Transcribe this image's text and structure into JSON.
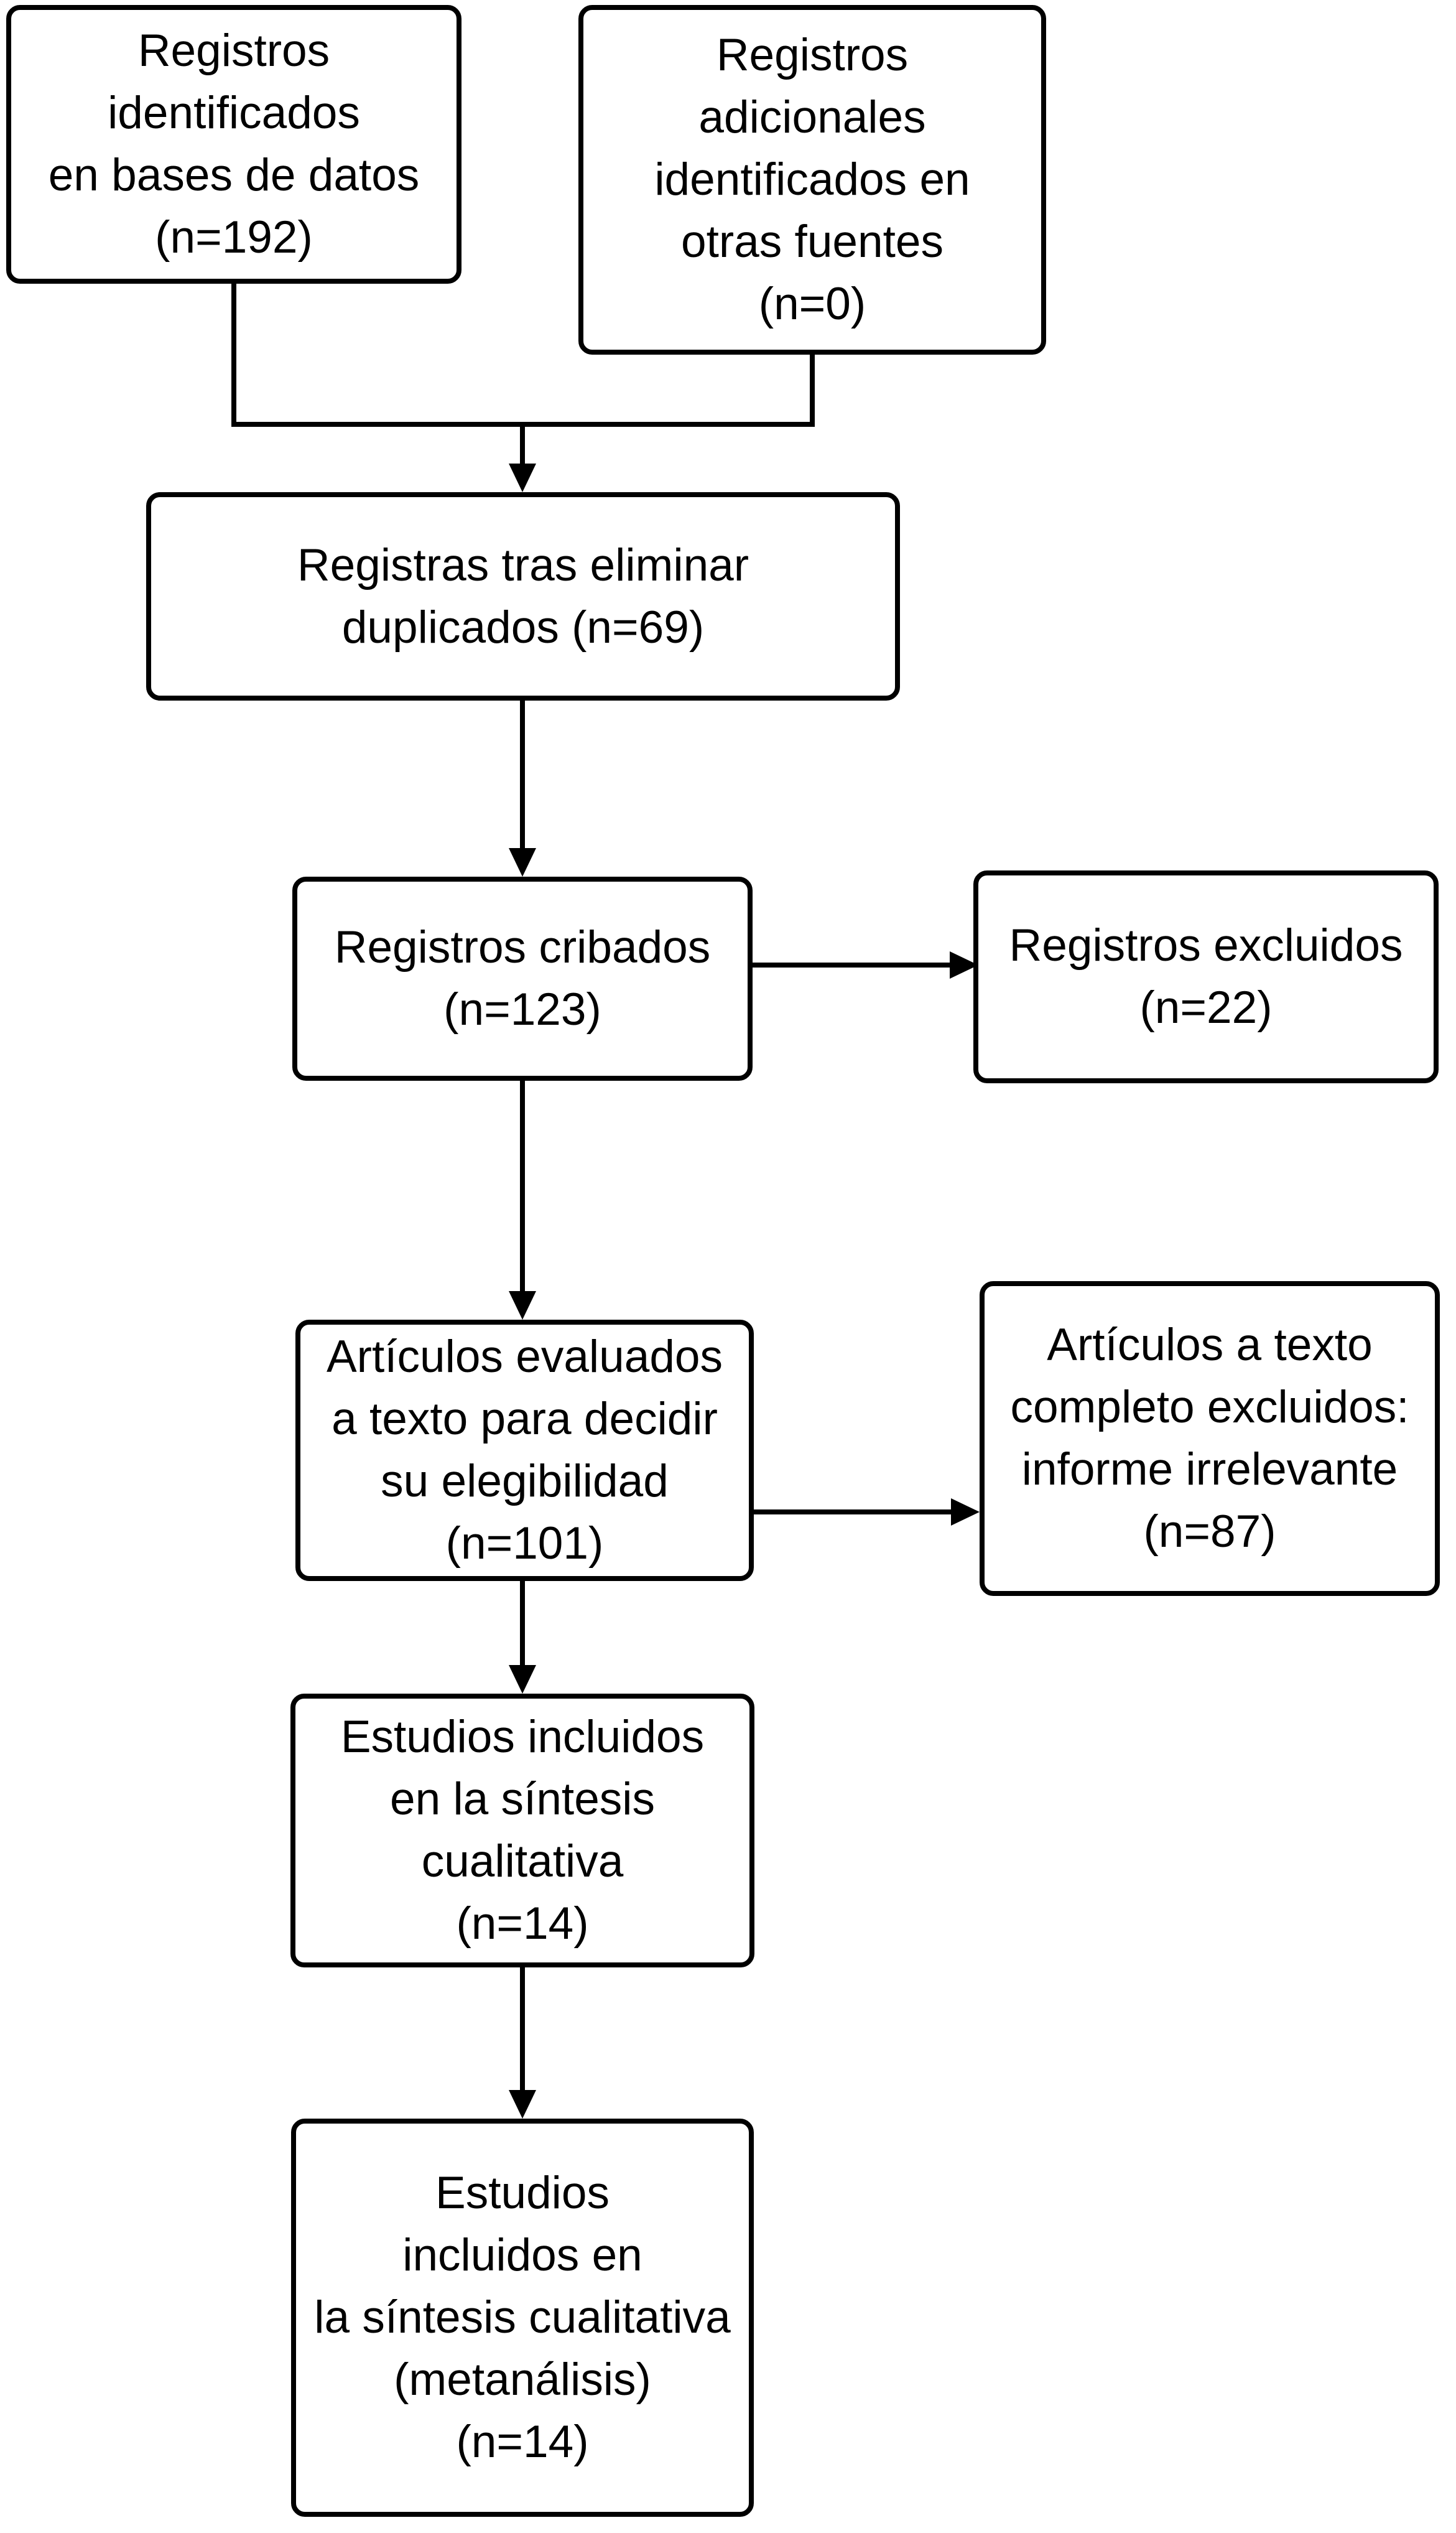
{
  "colors": {
    "background": "#ffffff",
    "box_border": "#000000",
    "connector": "#000000",
    "text": "#000000"
  },
  "diagram": {
    "type": "prisma-flow",
    "nodes": {
      "identified_db": {
        "lines": [
          "Registros",
          "identificados",
          "en bases de datos",
          "(n=192)"
        ]
      },
      "identified_other": {
        "lines": [
          "Registros",
          "adicionales",
          "identificados en",
          "otras fuentes",
          "(n=0)"
        ]
      },
      "deduplicated": {
        "lines": [
          "Registras tras eliminar",
          "duplicados (n=69)"
        ]
      },
      "screened": {
        "lines": [
          "Registros cribados",
          "(n=123)"
        ]
      },
      "screened_excluded": {
        "lines": [
          "Registros excluidos",
          "(n=22)"
        ]
      },
      "fulltext_assessed": {
        "lines": [
          "Artículos evaluados",
          "a texto para decidir",
          "su elegibilidad",
          "(n=101)"
        ]
      },
      "fulltext_excluded": {
        "lines": [
          "Artículos a texto",
          "completo excluidos:",
          "informe irrelevante",
          "(n=87)"
        ]
      },
      "qualitative_synthesis": {
        "lines": [
          "Estudios incluidos",
          "en la síntesis",
          "cualitativa",
          "(n=14)"
        ]
      },
      "meta_analysis": {
        "lines": [
          "Estudios",
          "incluidos en",
          "la síntesis cualitativa",
          "(metanálisis)",
          "(n=14)"
        ]
      }
    }
  }
}
